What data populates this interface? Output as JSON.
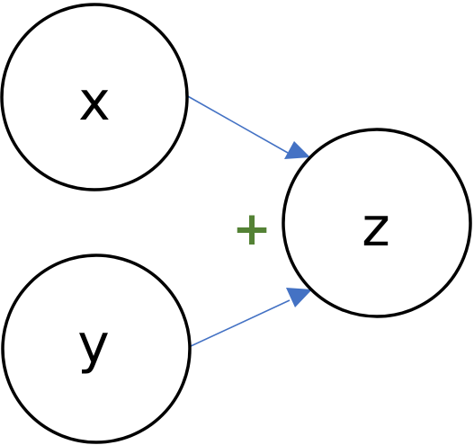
{
  "nodes": {
    "x": {
      "label": "x"
    },
    "y": {
      "label": "y"
    },
    "z": {
      "label": "z"
    }
  },
  "operator": {
    "symbol": "+",
    "color": "#548235"
  },
  "edge_color": "#4472c4",
  "edges": [
    {
      "from": "x",
      "to": "z"
    },
    {
      "from": "y",
      "to": "z"
    }
  ]
}
